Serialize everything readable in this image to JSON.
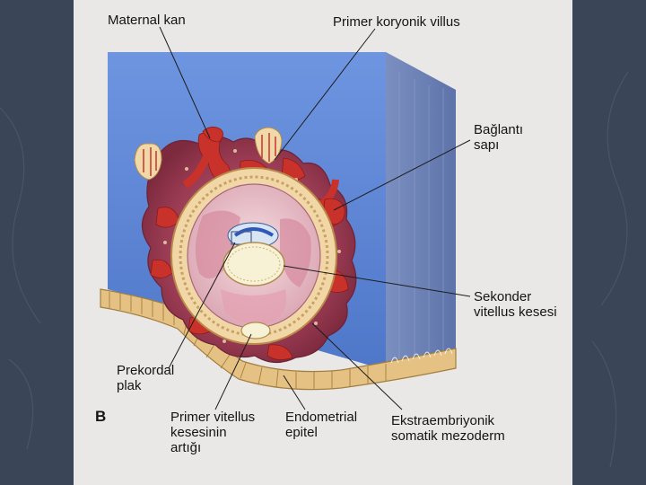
{
  "colors": {
    "slide_bg": "#3b4558",
    "page_bg": "#e9e8e6",
    "tissue_front": "#5b84d6",
    "tissue_side": "#6f84b5",
    "blood": "#c9322b",
    "decidua": "#9a3a4e",
    "chorion": "#f2d7a6",
    "cavity": "#efd0d6"
  },
  "figure": {
    "panel_letter": "B",
    "labels": {
      "maternal_blood": "Maternal kan",
      "primary_villus": "Primer koryonik villus",
      "connecting_stalk": "Bağlantı\nsapı",
      "secondary_yolk_sac": "Sekonder\nvitellus kesesi",
      "prechordal_plate": "Prekordal\nplak",
      "primary_yolk_remnant": "Primer vitellus\nkesesinin\nartığı",
      "endometrial_epithelium": "Endometrial\nepitel",
      "extraembryonic_mesoderm": "Ekstraembriyonik\nsomatik mezoderm"
    }
  }
}
